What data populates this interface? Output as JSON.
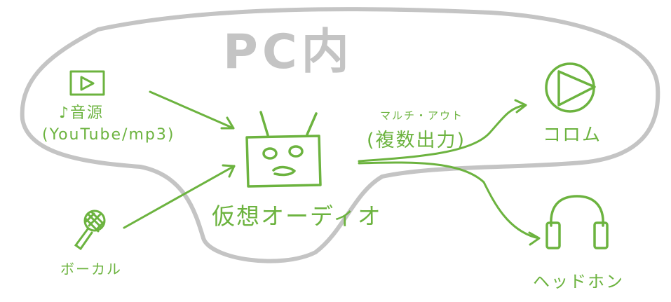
{
  "region": {
    "title": "PC内"
  },
  "sources": {
    "music": {
      "label": "♪音源",
      "sublabel": "(YouTube/mp3)",
      "icon": "play-screen-icon"
    },
    "vocal": {
      "label": "ボーカル",
      "icon": "microphone-icon"
    }
  },
  "center": {
    "label": "仮想オーディオ",
    "icon": "robot-box-icon"
  },
  "output": {
    "caption": "マルチ・アウト",
    "label": "(複数出力)"
  },
  "destinations": {
    "stream": {
      "label": "コロム",
      "icon": "play-circle-icon"
    },
    "headphones": {
      "label": "ヘッドホン",
      "icon": "headphones-icon"
    }
  },
  "colors": {
    "ink": "#6cb33f",
    "outline": "#c4c4c4",
    "background": "#ffffff"
  }
}
